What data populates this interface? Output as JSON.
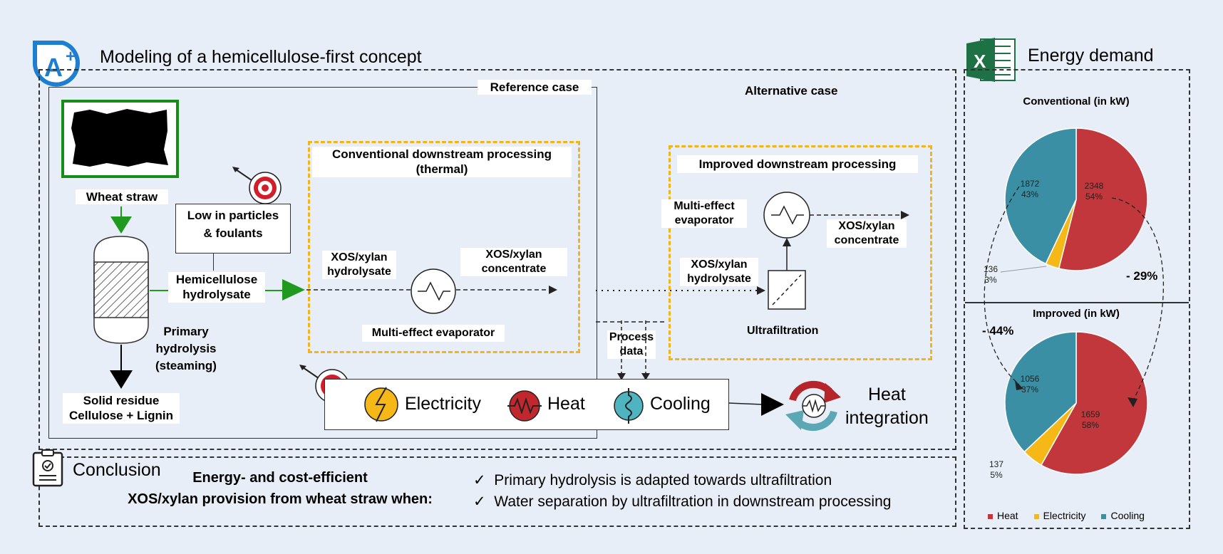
{
  "header": {
    "title": "Modeling of a hemicellulose-first concept",
    "energy_title": "Energy demand"
  },
  "cases": {
    "reference": "Reference case",
    "alternative": "Alternative case"
  },
  "reference": {
    "feed_label": "Wheat straw",
    "target_note_line1": "Low in particles",
    "target_note_line2": "& foulants",
    "hydrolysate_line1": "Hemicellulose",
    "hydrolysate_line2": "hydrolysate",
    "reactor_line1": "Primary",
    "reactor_line2": "hydrolysis",
    "reactor_line3": "(steaming)",
    "residue_line1": "Solid residue",
    "residue_line2": "Cellulose + Lignin",
    "dsp_title_line1": "Conventional downstream processing",
    "dsp_title_line2": "(thermal)",
    "in_label_line1": "XOS/xylan",
    "in_label_line2": "hydrolysate",
    "out_label_line1": "XOS/xylan",
    "out_label_line2": "concentrate",
    "evaporator_label": "Multi-effect evaporator"
  },
  "alternative": {
    "dsp_title": "Improved downstream processing",
    "evap_line1": "Multi-effect",
    "evap_line2": "evaporator",
    "out_line1": "XOS/xylan",
    "out_line2": "concentrate",
    "in_line1": "XOS/xylan",
    "in_line2": "hydrolysate",
    "uf_label": "Ultrafiltration"
  },
  "process_data_line1": "Process",
  "process_data_line2": "data",
  "utilities": {
    "electricity": "Electricity",
    "heat": "Heat",
    "cooling": "Cooling"
  },
  "heat_integration_line1": "Heat",
  "heat_integration_line2": "integration",
  "conclusion": {
    "title": "Conclusion",
    "lead_line1": "Energy- and cost-efficient",
    "lead_line2": "XOS/xylan provision from wheat straw when:",
    "bullets": [
      "Primary hydrolysis is adapted towards ultrafiltration",
      "Water separation by ultrafiltration in downstream processing"
    ],
    "check": "✓"
  },
  "annotations": {
    "reduction_conventional": "- 29%",
    "reduction_improved": "- 44%"
  },
  "colors": {
    "heat": "#c1373c",
    "electricity": "#f6b817",
    "cooling": "#3a8fa4",
    "dashed_frame": "#f3b41a",
    "green": "#1f9a1f"
  },
  "chart_data": [
    {
      "type": "pie",
      "title": "Conventional (in kW)",
      "series": [
        {
          "name": "Heat",
          "value": 2348,
          "percent_label": "54%"
        },
        {
          "name": "Electricity",
          "value": 136,
          "percent_label": "3%"
        },
        {
          "name": "Cooling",
          "value": 1872,
          "percent_label": "43%"
        }
      ]
    },
    {
      "type": "pie",
      "title": "Improved (in kW)",
      "series": [
        {
          "name": "Heat",
          "value": 1659,
          "percent_label": "58%"
        },
        {
          "name": "Electricity",
          "value": 137,
          "percent_label": "5%"
        },
        {
          "name": "Cooling",
          "value": 1056,
          "percent_label": "37%"
        }
      ]
    }
  ],
  "legend": [
    "Heat",
    "Electricity",
    "Cooling"
  ]
}
